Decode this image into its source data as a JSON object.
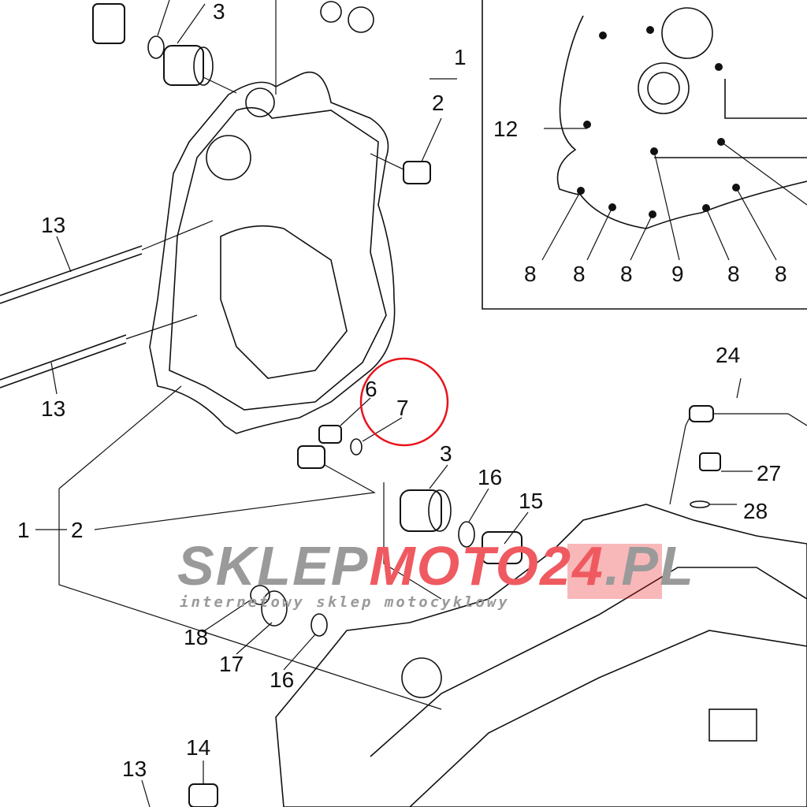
{
  "diagram": {
    "title": "Crankcase exploded parts diagram",
    "labels": [
      "3",
      "1",
      "2",
      "12",
      "8",
      "8",
      "8",
      "9",
      "8",
      "8",
      "13",
      "13",
      "24",
      "6",
      "7",
      "3",
      "16",
      "15",
      "27",
      "28",
      "1",
      "2",
      "18",
      "17",
      "16",
      "14",
      "13"
    ],
    "highlight_color": "#e8141c",
    "watermark": {
      "brand_gray": "SKLEP",
      "brand_red": "MOTO24",
      "brand_tail": ".PL",
      "tagline": "internetowy sklep motocyklowy"
    }
  }
}
